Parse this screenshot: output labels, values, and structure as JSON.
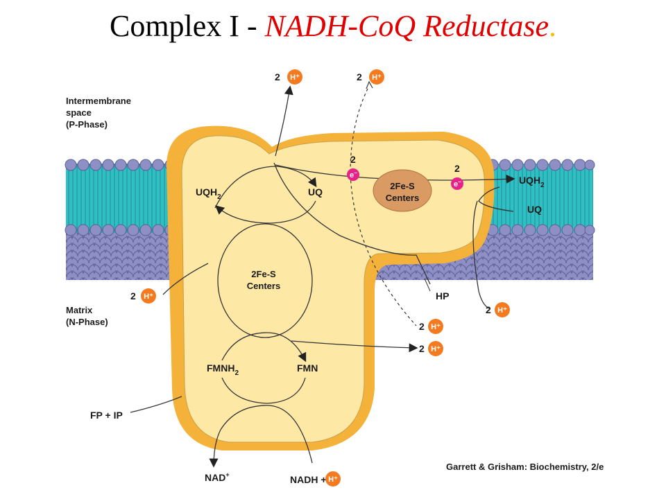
{
  "title": {
    "main": "Complex I - ",
    "accent": "NADH-CoQ Reductase",
    "dot": "."
  },
  "regions": {
    "intermembrane_1": "Intermembrane",
    "intermembrane_2": "space",
    "intermembrane_3": "(P-Phase)",
    "matrix_1": "Matrix",
    "matrix_2": "(N-Phase)"
  },
  "labels": {
    "uqh2_left": "UQH",
    "uq_left": "UQ",
    "uqh2_right": "UQH",
    "uq_right": "UQ",
    "fes_center_upper_1": "2Fe-S",
    "fes_center_upper_2": "Centers",
    "fes_center_lower_1": "2Fe-S",
    "fes_center_lower_2": "Centers",
    "fmnh2": "FMNH",
    "fmn": "FMN",
    "hp": "HP",
    "fp_ip": "FP + IP",
    "nad": "NAD",
    "nadh": "NADH +",
    "sub2": "2",
    "sup_plus": "+",
    "electron": "e",
    "electron_sup": "−",
    "two": "2",
    "h_plus": "H⁺"
  },
  "proton_groups": [
    {
      "id": "top-left",
      "count": "2"
    },
    {
      "id": "top-right",
      "count": "2"
    },
    {
      "id": "left-matrix",
      "count": "2"
    },
    {
      "id": "right-matrix",
      "count": "2"
    },
    {
      "id": "bottom-dashed",
      "count": "2"
    },
    {
      "id": "bottom-solid",
      "count": "2"
    }
  ],
  "colors": {
    "protein_fill": "#fde8a6",
    "protein_rim": "#f5b23a",
    "membrane_head": "#8e8fc4",
    "membrane_teal": "#2fbfc4",
    "proton": "#f47a20",
    "electron": "#e8208a",
    "fes_oval": "#d99a63",
    "title_accent": "#e00000"
  },
  "credit": "Garrett & Grisham: Biochemistry, 2/e"
}
